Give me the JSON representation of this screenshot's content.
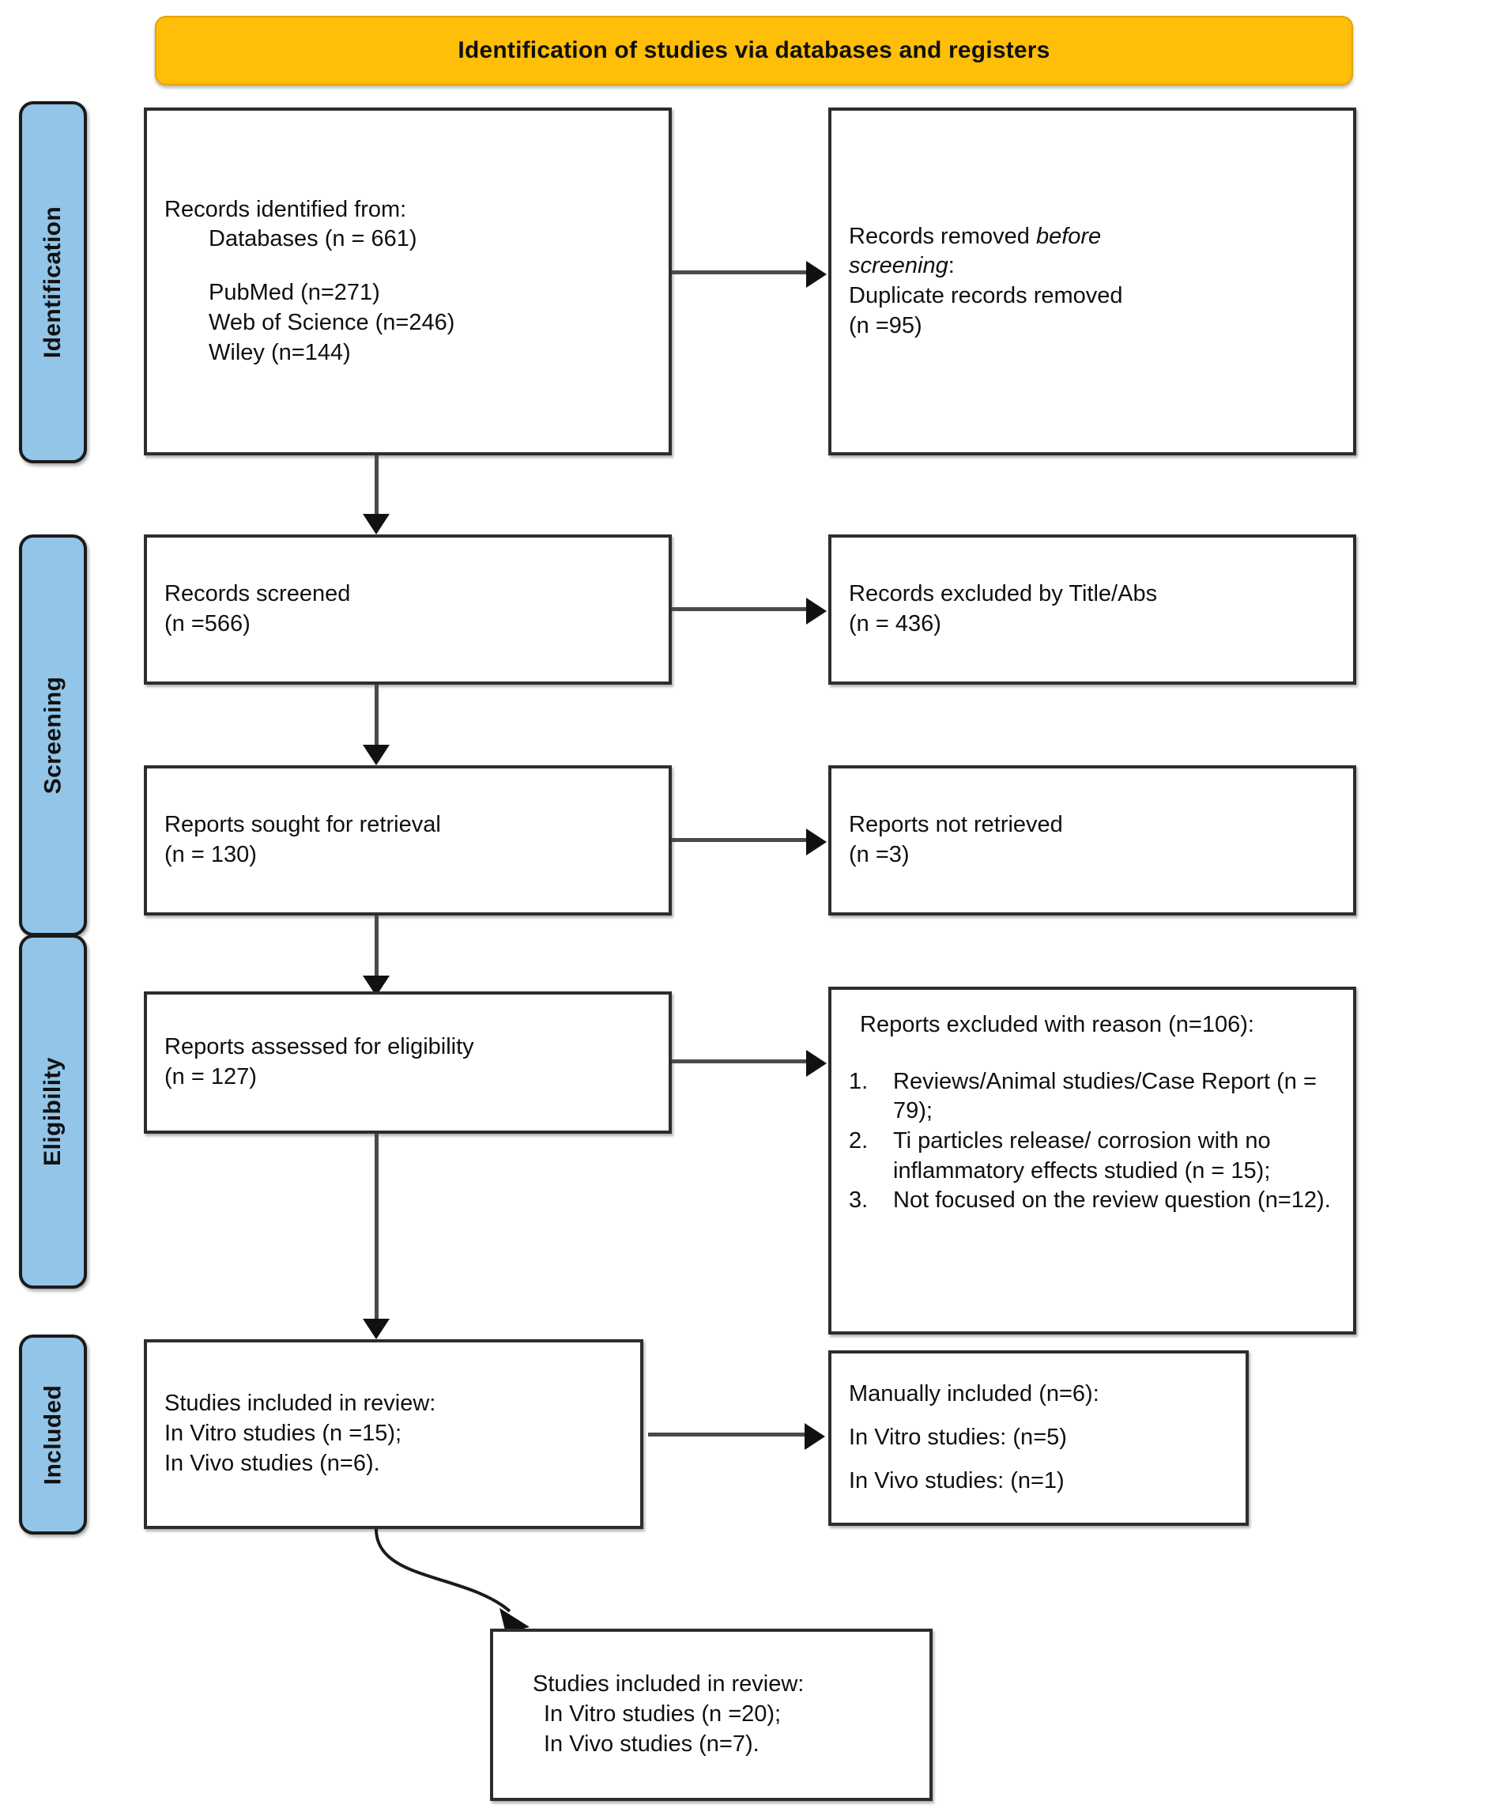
{
  "banner": {
    "title": "Identification of studies via databases and registers",
    "color": "#FFBE07"
  },
  "stages": [
    {
      "key": "identification",
      "label": "Identification"
    },
    {
      "key": "screening",
      "label": "Screening"
    },
    {
      "key": "eligibility",
      "label": "Eligibility"
    },
    {
      "key": "included",
      "label": "Included"
    }
  ],
  "stage_color": "#92C5E8",
  "boxes": {
    "identified": {
      "l1": "Records identified from:",
      "l2": "Databases (n = 661)",
      "l3": "PubMed (n=271)",
      "l4": "Web of Science (n=246)",
      "l5": "Wiley (n=144)"
    },
    "removed": {
      "l1a": "Records removed ",
      "l1b": "before",
      "l2a": "screening",
      "l2b": ":",
      "l3": "Duplicate records removed",
      "l4": "(n =95)"
    },
    "screened": {
      "l1": "Records screened",
      "l2": "(n =566)"
    },
    "excluded_titleabs": {
      "l1": "Records excluded by Title/Abs",
      "l2": "(n = 436)"
    },
    "sought": {
      "l1": "Reports sought for retrieval",
      "l2": "(n = 130)"
    },
    "not_retrieved": {
      "l1": "Reports not retrieved",
      "l2": "(n =3)"
    },
    "assessed": {
      "l1": "Reports assessed for eligibility",
      "l2": "(n = 127)"
    },
    "excluded_reason": {
      "heading": "Reports excluded with reason (n=106):",
      "items": [
        {
          "num": "1.",
          "text": "Reviews/Animal studies/Case Report (n = 79);"
        },
        {
          "num": "2.",
          "text": "Ti particles release/ corrosion with no inflammatory effects studied (n = 15);"
        },
        {
          "num": "3.",
          "text": "Not focused on the review question (n=12)."
        }
      ]
    },
    "included_review": {
      "l1": "Studies included in review:",
      "l2": "In Vitro studies (n =15);",
      "l3": "In Vivo studies (n=6)."
    },
    "manual": {
      "l1": "Manually included (n=6):",
      "l2": "In Vitro studies: (n=5)",
      "l3": "In Vivo studies: (n=1)"
    },
    "final": {
      "l1": "Studies included in review:",
      "l2": "In Vitro studies (n =20);",
      "l3": "In Vivo studies (n=7)."
    }
  }
}
